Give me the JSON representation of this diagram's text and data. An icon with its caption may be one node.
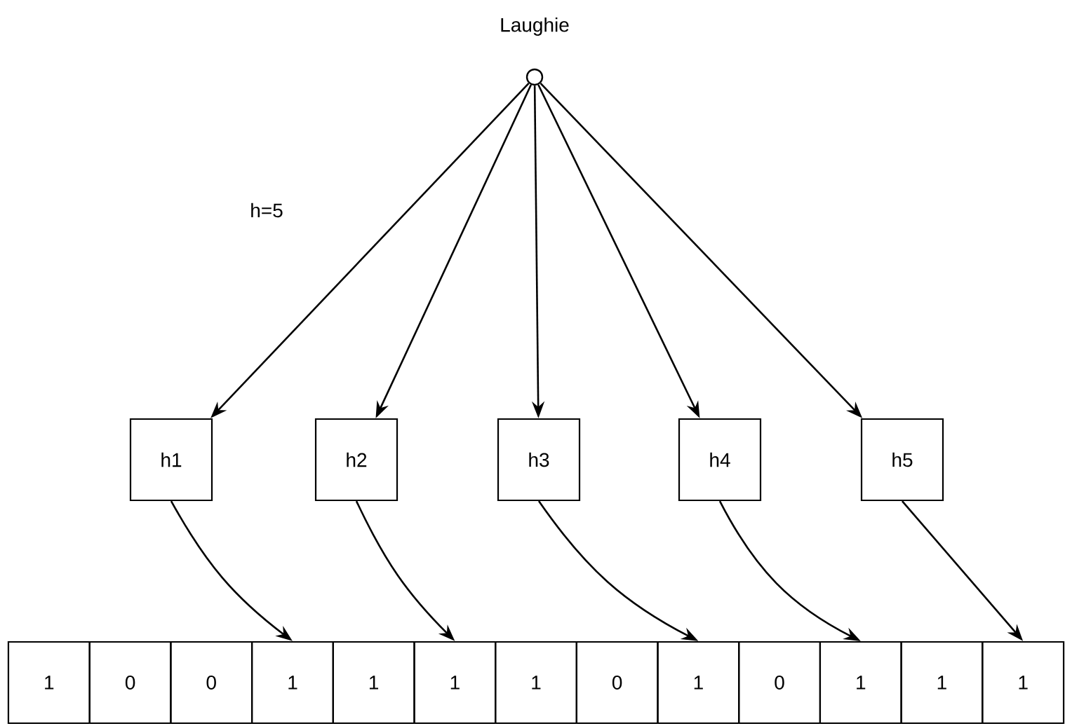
{
  "diagram": {
    "nodes": [
      {
        "text": [
          "Laughie"
        ]
      },
      {
        "text": [
          "h1"
        ]
      },
      {
        "text": [
          "h2"
        ]
      },
      {
        "text": [
          "h3"
        ]
      },
      {
        "text": [
          "h4"
        ]
      },
      {
        "text": [
          "h5"
        ]
      },
      {
        "text": [
          "1"
        ]
      },
      {
        "text": [
          "0"
        ]
      },
      {
        "text": [
          "0"
        ]
      },
      {
        "text": [
          "1"
        ]
      },
      {
        "text": [
          "1"
        ]
      },
      {
        "text": [
          "1"
        ]
      },
      {
        "text": [
          "1"
        ]
      },
      {
        "text": [
          "0"
        ]
      },
      {
        "text": [
          "1"
        ]
      },
      {
        "text": [
          "0"
        ]
      },
      {
        "text": [
          "1"
        ]
      },
      {
        "text": [
          "1"
        ]
      },
      {
        "text": [
          "1"
        ]
      }
    ],
    "edges": [
      {
        "from": 0,
        "to": 1,
        "arrow": "to"
      },
      {
        "from": 0,
        "to": 2,
        "arrow": "to"
      },
      {
        "from": 0,
        "to": 3,
        "arrow": "to"
      },
      {
        "from": 0,
        "to": 4,
        "arrow": "to"
      },
      {
        "from": 0,
        "to": 5,
        "arrow": "to"
      },
      {
        "from": 1,
        "to": 9,
        "arrow": "to"
      },
      {
        "from": 2,
        "to": 11,
        "arrow": "to"
      },
      {
        "from": 3,
        "to": 14,
        "arrow": "to"
      },
      {
        "from": 4,
        "to": 16,
        "arrow": "to"
      },
      {
        "from": 5,
        "to": 18,
        "arrow": "to"
      }
    ],
    "labels": [
      "h=5"
    ]
  }
}
